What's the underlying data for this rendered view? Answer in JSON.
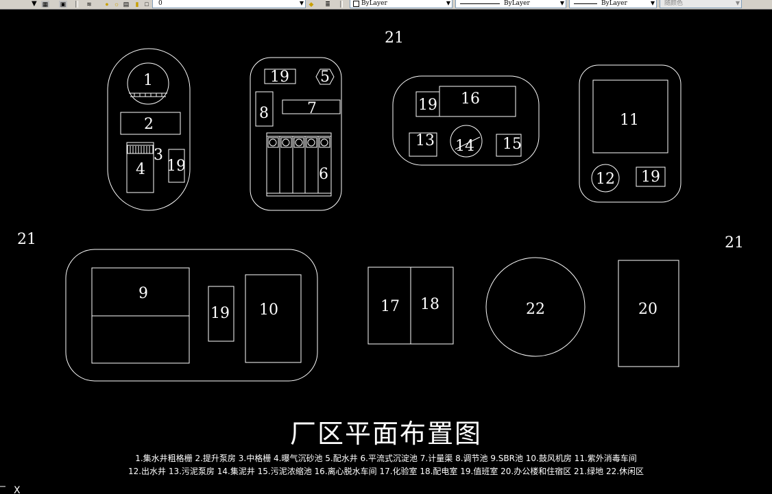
{
  "toolbar": {
    "layer_combo": "0",
    "color_combo": "ByLayer",
    "linetype_combo": "ByLayer",
    "lineweight_combo": "ByLayer",
    "plotstyle_combo": "随颜色"
  },
  "drawing": {
    "green_label": "21",
    "labels": {
      "l1": "1",
      "l2": "2",
      "l3": "3",
      "l4": "4",
      "l5": "5",
      "l6": "6",
      "l7": "7",
      "l8": "8",
      "l9": "9",
      "l10": "10",
      "l11": "11",
      "l12": "12",
      "l13": "13",
      "l14": "14",
      "l15": "15",
      "l16": "16",
      "l17": "17",
      "l18": "18",
      "l19": "19",
      "l20": "20",
      "l22": "22"
    },
    "title": "厂区平面布置图",
    "legend_line1": "1.集水井粗格栅  2.提升泵房  3.中格栅  4.曝气沉砂池  5.配水井  6.平流式沉淀池  7.计量渠  8.调节池  9.SBR池  10.鼓风机房  11.紫外消毒车间",
    "legend_line2": "12.出水井  13.污泥泵房  14.集泥井  15.污泥浓缩池  16.离心脱水车间  17.化验室  18.配电室  19.值班室  20.办公楼和住宿区  21.绿地  22.休闲区"
  },
  "ucs_label": "X"
}
